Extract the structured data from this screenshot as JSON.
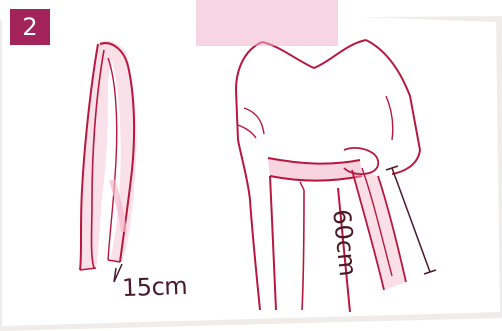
{
  "step_number": "2",
  "colors": {
    "badge": "#a3245a",
    "sketch_line": "#b8173f",
    "fabric_fill": "#f3b6cc",
    "tape": "#f1b2cc",
    "card": "#ffffff",
    "shadow": "#e9e5e3"
  },
  "measurements": {
    "short_label": "15cm",
    "long_label": "60cm"
  }
}
